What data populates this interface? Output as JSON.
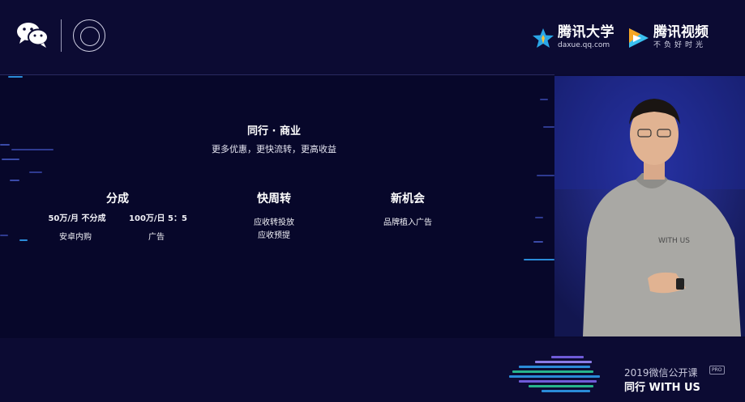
{
  "header": {
    "tencent_edu": {
      "title": "腾讯大学",
      "url": "daxue.qq.com"
    },
    "tencent_video": {
      "title": "腾讯视频",
      "slogan": "不负好时光"
    }
  },
  "slide": {
    "title": "同行 · 商业",
    "subtitle": "更多优惠，更快流转，更高收益",
    "columns": [
      {
        "heading": "分成",
        "items": [
          "50万/月 不分成",
          "100万/日 5：5",
          "安卓内购",
          "广告"
        ]
      },
      {
        "heading": "快周转",
        "items": [
          "应收转投放",
          "应收预提"
        ]
      },
      {
        "heading": "新机会",
        "items": [
          "品牌植入广告"
        ]
      }
    ]
  },
  "speaker": {
    "shirt_text": "WITH US"
  },
  "footer": {
    "event_title": "2019微信公开课",
    "event_badge": "PRO",
    "event_slogan": "同行  WITH US"
  },
  "colors": {
    "background": "#0b0a30",
    "accent_blue": "#2a8bd8",
    "accent_purple": "#6f5bd8",
    "accent_green": "#27b58d"
  }
}
